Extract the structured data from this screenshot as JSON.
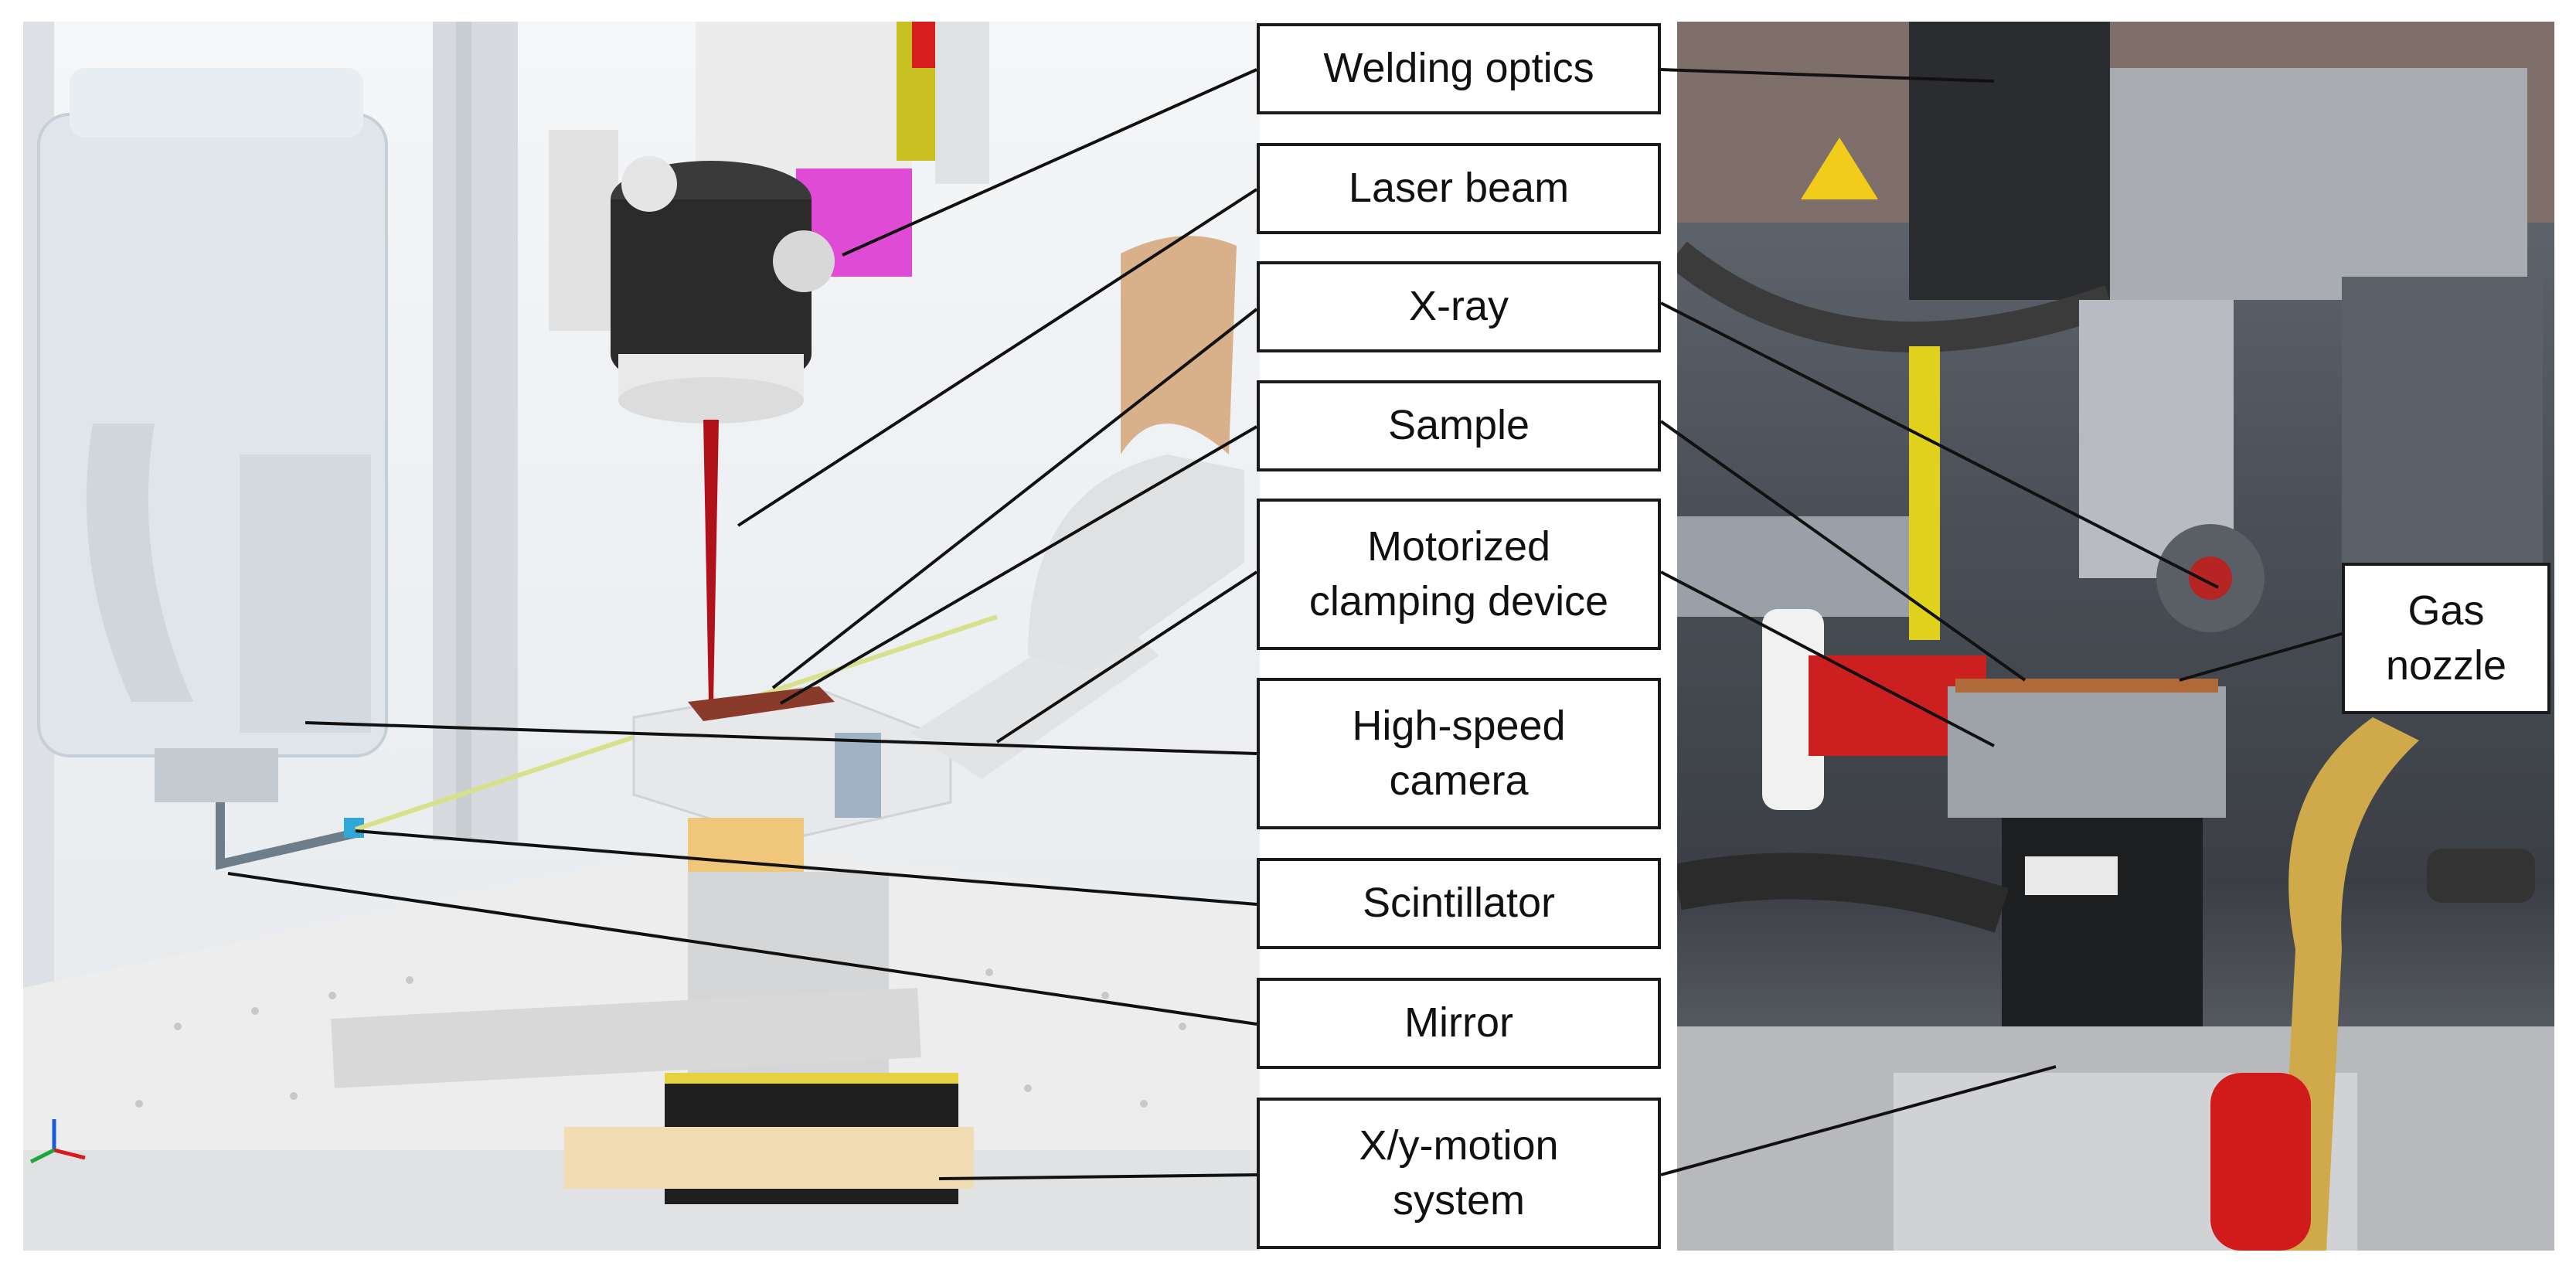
{
  "labels": {
    "welding_optics": "Welding optics",
    "laser_beam": "Laser beam",
    "xray": "X-ray",
    "sample": "Sample",
    "clamping_line1": "Motorized",
    "clamping_line2": "clamping device",
    "camera_line1": "High-speed",
    "camera_line2": "camera",
    "scintillator": "Scintillator",
    "mirror": "Mirror",
    "motion_line1": "X/y-motion",
    "motion_line2": "system",
    "gas_line1": "Gas",
    "gas_line2": "nozzle"
  },
  "colors": {
    "laser": "#b0121b",
    "xray": "#d8e08a",
    "optics_body": "#2b2b2b",
    "sample": "#8a3a2a",
    "magenta": "#e04bd6",
    "stage": "#1f1f1f",
    "nozzle_gold": "#d0a94a",
    "red_part": "#d11a1a"
  }
}
